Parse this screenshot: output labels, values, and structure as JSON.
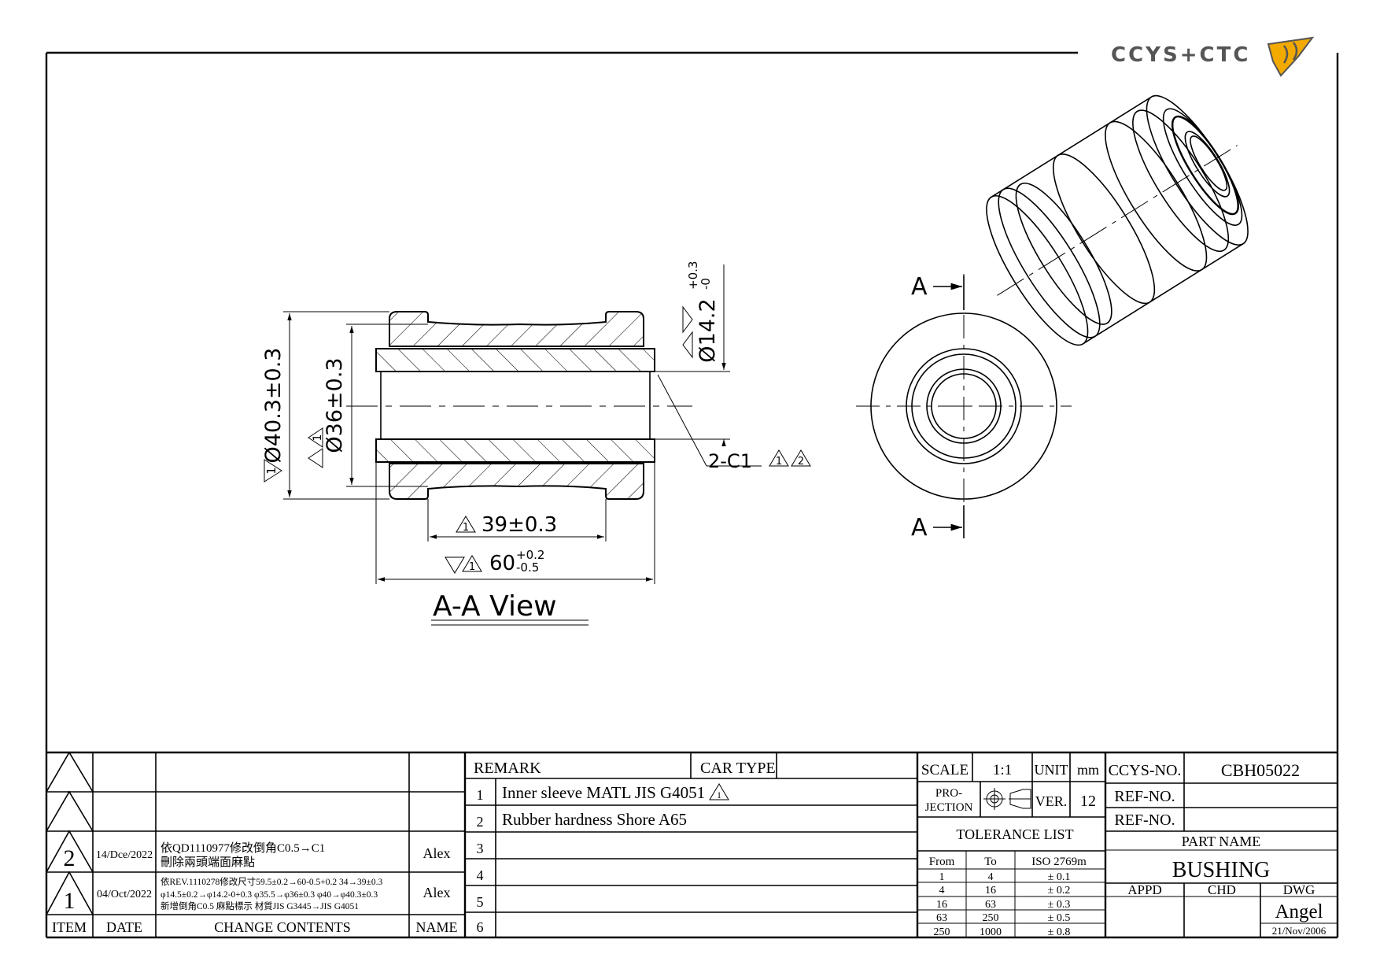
{
  "logo": {
    "text": "CCYS+CTC",
    "accent_color": "#f2a900"
  },
  "section_view": {
    "title": "A-A View",
    "dims": {
      "outer_diameter": "Ø40.3±0.3",
      "mid_diameter": "Ø36±0.3",
      "inner_diameter_base": "Ø14.2",
      "inner_diameter_upper": "+0.3",
      "inner_diameter_lower": "-0",
      "length_39": "39±0.3",
      "length_60_base": "60",
      "length_60_upper": "+0.2",
      "length_60_lower": "-0.5",
      "chamfer": "2-C1"
    },
    "rev_marks": {
      "rev1": "1",
      "rev2": "2"
    }
  },
  "end_view": {
    "section_label_top": "A",
    "section_label_bottom": "A"
  },
  "revisions": {
    "header": {
      "item": "ITEM",
      "date": "DATE",
      "contents": "CHANGE CONTENTS",
      "name": "NAME"
    },
    "rows": [
      {
        "item": "2",
        "date": "14/Dce/2022",
        "line1": "依QD1110977修改倒角C0.5→C1",
        "line2": "刪除兩頭端面麻點",
        "line3": "",
        "name": "Alex"
      },
      {
        "item": "1",
        "date": "04/Oct/2022",
        "line1": "依REV.1110278修改尺寸59.5±0.2→60-0.5+0.2 34→39±0.3",
        "line2": "φ14.5±0.2→φ14.2-0+0.3 φ35.5→φ36±0.3 φ40→φ40.3±0.3",
        "line3": "新增倒角C0.5 麻點標示 材質JIS G3445→JIS G4051",
        "name": "Alex"
      }
    ]
  },
  "remarks": {
    "header_label": "REMARK",
    "car_type_label": "CAR TYPE",
    "car_type_value": "",
    "items": [
      {
        "n": "1",
        "text": "Inner sleeve MATL JIS G4051"
      },
      {
        "n": "2",
        "text": "Rubber hardness Shore A65"
      },
      {
        "n": "3",
        "text": ""
      },
      {
        "n": "4",
        "text": ""
      },
      {
        "n": "5",
        "text": ""
      },
      {
        "n": "6",
        "text": ""
      }
    ]
  },
  "title_block": {
    "scale_label": "SCALE",
    "scale": "1:1",
    "unit_label": "UNIT",
    "unit": "mm",
    "projection_label_1": "PRO-",
    "projection_label_2": "JECTION",
    "ver_label": "VER.",
    "ver": "12",
    "tolerance_title": "TOLERANCE LIST",
    "tol_headers": {
      "from": "From",
      "to": "To",
      "std": "ISO 2769m"
    },
    "tolerances": [
      {
        "from": "1",
        "to": "4",
        "tol": "± 0.1"
      },
      {
        "from": "4",
        "to": "16",
        "tol": "± 0.2"
      },
      {
        "from": "16",
        "to": "63",
        "tol": "± 0.3"
      },
      {
        "from": "63",
        "to": "250",
        "tol": "± 0.5"
      },
      {
        "from": "250",
        "to": "1000",
        "tol": "± 0.8"
      }
    ],
    "ccys_no_label": "CCYS-NO.",
    "ccys_no": "CBH05022",
    "ref_no_label_1": "REF-NO.",
    "ref_no_1": "",
    "ref_no_label_2": "REF-NO.",
    "ref_no_2": "",
    "part_name_label": "PART NAME",
    "part_name": "BUSHING",
    "appd_label": "APPD",
    "chd_label": "CHD",
    "dwg_label": "DWG",
    "dwg_name": "Angel",
    "dwg_date": "21/Nov/2006"
  }
}
